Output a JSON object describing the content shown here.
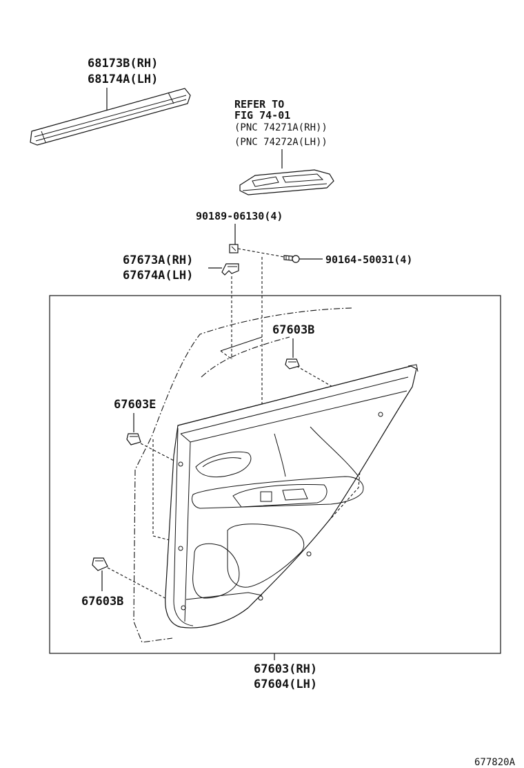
{
  "labels": {
    "weatherstrip_rh": "68173B(RH)",
    "weatherstrip_lh": "68174A(LH)",
    "refer_line1": "REFER TO",
    "refer_line2": "FIG 74-01",
    "refer_line3": "(PNC 74271A(RH))",
    "refer_line4": "(PNC 74272A(LH))",
    "nut_part": "90189-06130(4)",
    "bracket_rh": "67673A(RH)",
    "bracket_lh": "67674A(LH)",
    "screw_part": "90164-50031(4)",
    "clip_upper": "67603B",
    "clip_left": "67603E",
    "clip_lower": "67603B",
    "panel_rh": "67603(RH)",
    "panel_lh": "67604(LH)",
    "figure_code": "677820A"
  }
}
